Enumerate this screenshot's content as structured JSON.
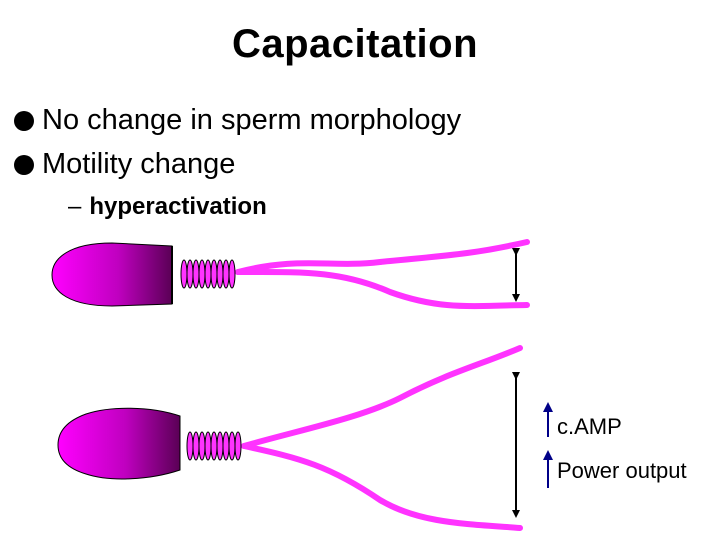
{
  "title": "Capacitation",
  "bullets": [
    "No change in sperm morphology",
    "Motility change"
  ],
  "sub_bullet": {
    "dash": "–",
    "text": "hyperactivation"
  },
  "labels": {
    "camp": "c.AMP",
    "power": "Power output"
  },
  "colors": {
    "tail": "#ff33ff",
    "head_light": "#ff00ff",
    "head_dark": "#6b0066",
    "arrow": "#000000",
    "up_arrow": "#000088"
  }
}
